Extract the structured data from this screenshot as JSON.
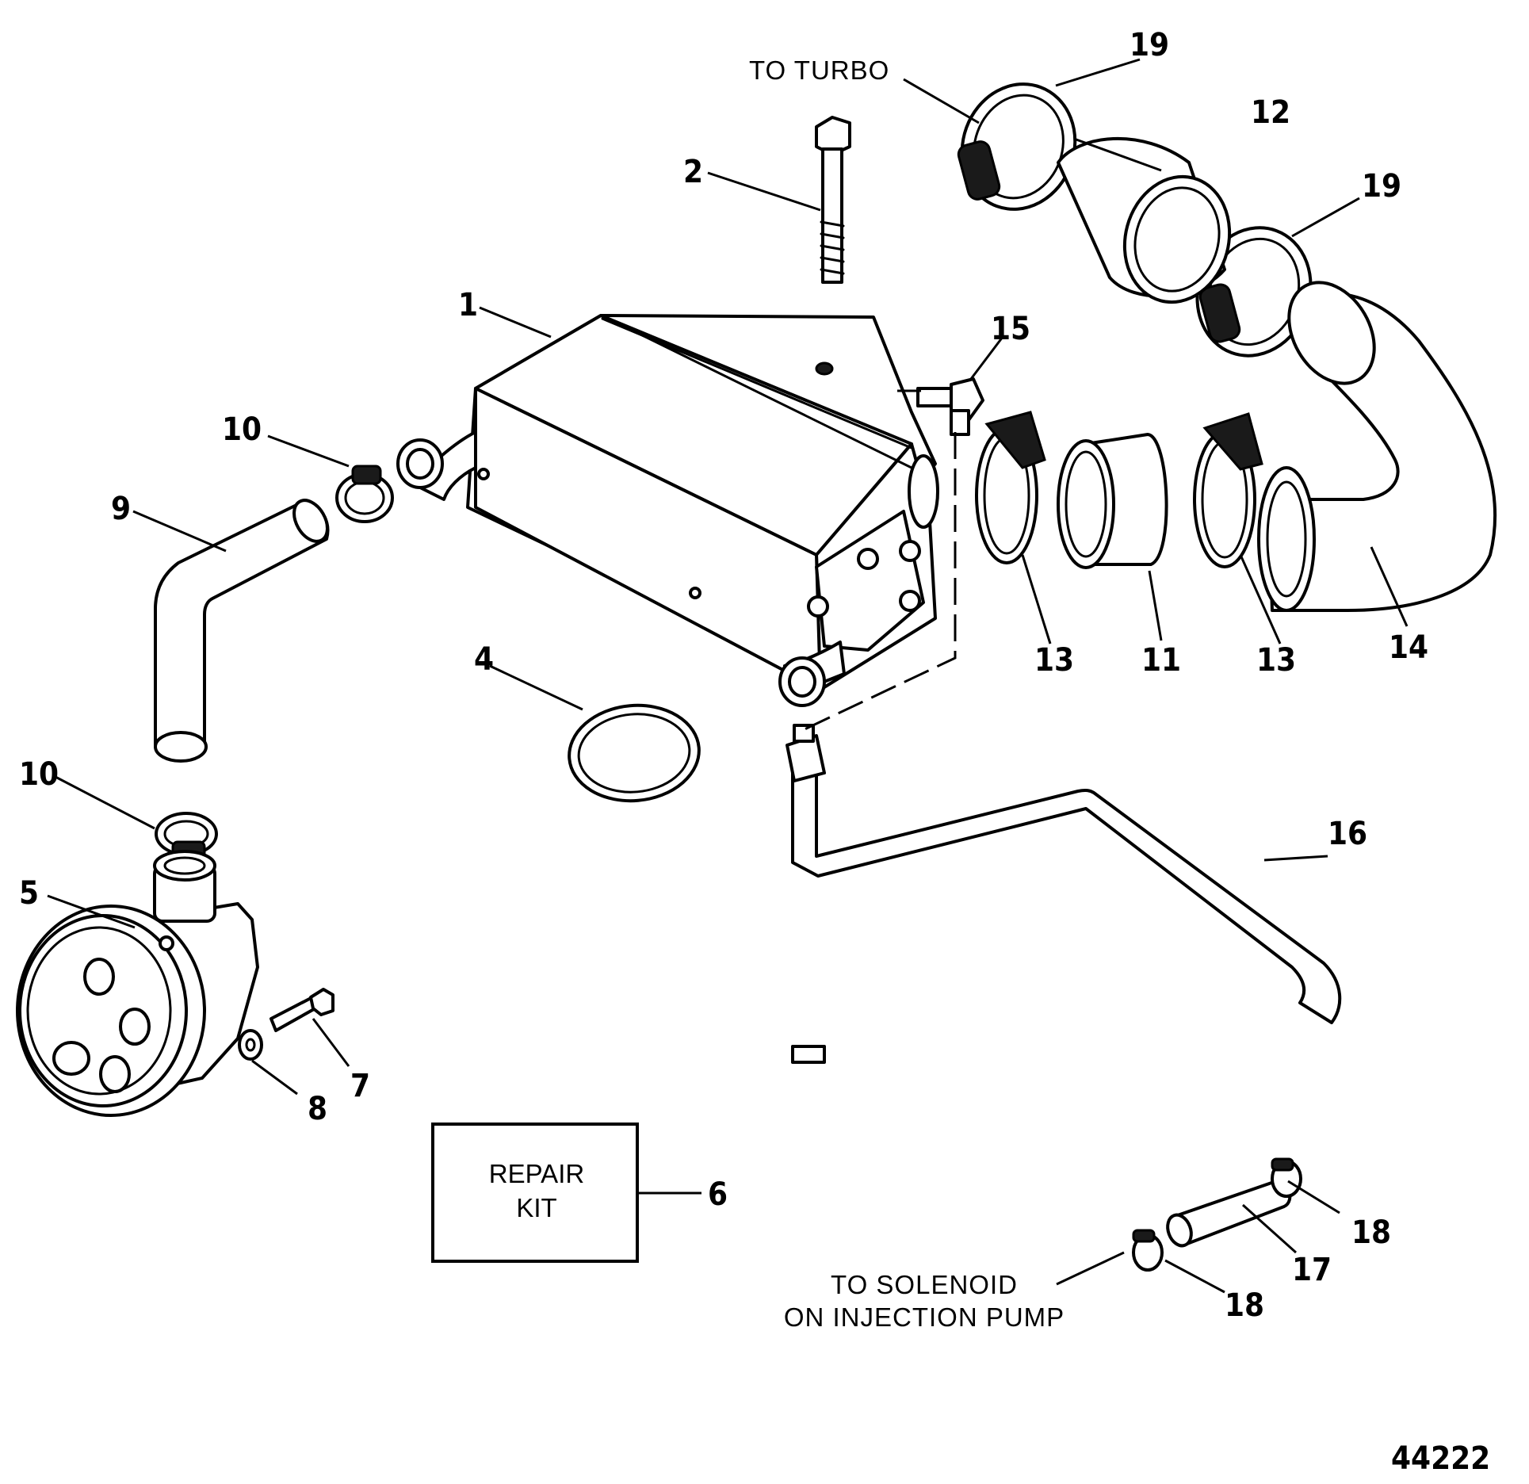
{
  "callouts": {
    "c1": "1",
    "c2": "2",
    "c4": "4",
    "c5": "5",
    "c6": "6",
    "c7": "7",
    "c8": "8",
    "c9": "9",
    "c10a": "10",
    "c10b": "10",
    "c11": "11",
    "c12": "12",
    "c13a": "13",
    "c13b": "13",
    "c14": "14",
    "c15": "15",
    "c16": "16",
    "c17": "17",
    "c18a": "18",
    "c18b": "18",
    "c19a": "19",
    "c19b": "19"
  },
  "notes": {
    "to_turbo": "TO TURBO",
    "to_solenoid_line1": "TO SOLENOID",
    "to_solenoid_line2": "ON INJECTION PUMP"
  },
  "repair_kit": {
    "line1": "REPAIR",
    "line2": "KIT"
  },
  "figure_number": "44222"
}
